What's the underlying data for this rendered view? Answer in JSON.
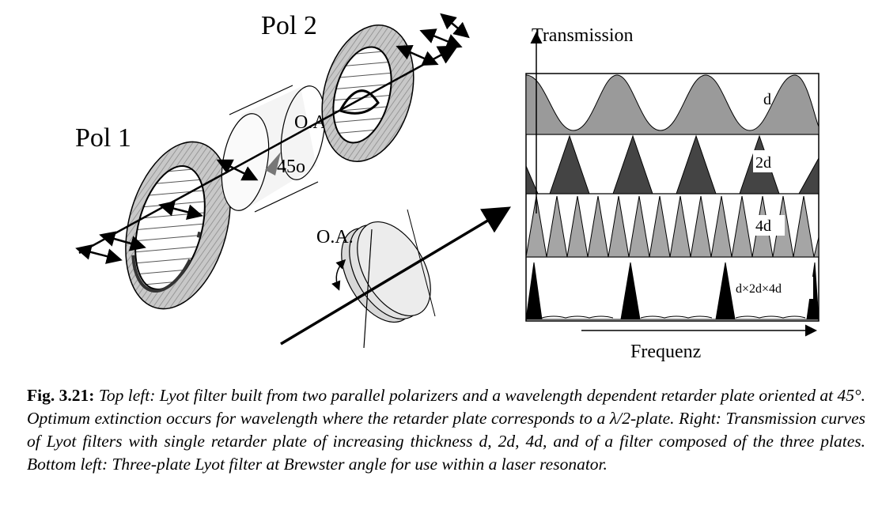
{
  "figure": {
    "labels": {
      "pol1": "Pol 1",
      "pol2": "Pol 2",
      "oa_top": "O.A",
      "angle": "45o",
      "oa_bottom": "O.A."
    },
    "plot": {
      "ylabel": "Transmission",
      "xlabel": "Frequenz",
      "rows": [
        "d",
        "2d",
        "4d",
        "d×2d×4d"
      ]
    }
  },
  "caption": {
    "lead": "Fig. 3.21:",
    "text": "Top left: Lyot filter built from two parallel polarizers and a wavelength dependent retarder plate oriented at 45°. Optimum extinction occurs for wavelength where the retarder plate corresponds to a λ/2-plate. Right: Transmission curves of Lyot filters with single retarder plate of increasing thickness d, 2d, 4d, and of a filter composed of the three plates. Bottom left: Three-plate Lyot filter at Brewster angle for use within a laser resonator."
  }
}
